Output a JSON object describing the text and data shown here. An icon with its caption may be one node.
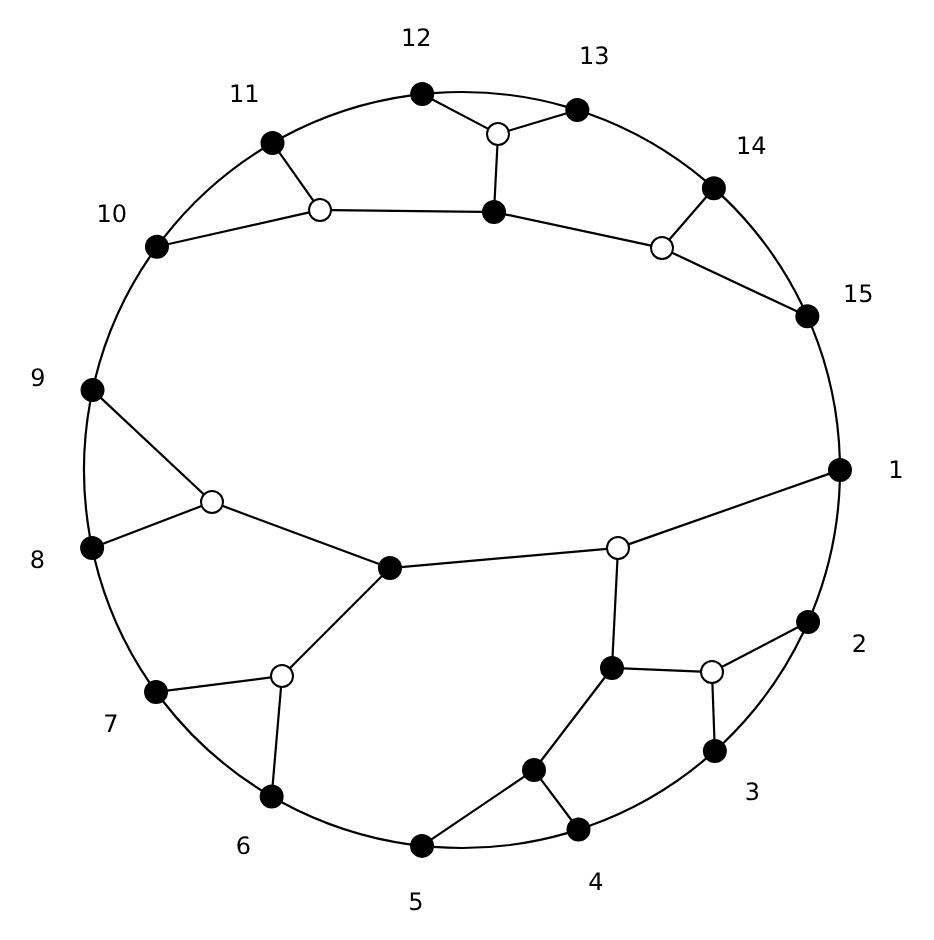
{
  "diagram": {
    "nodes": [
      {
        "text": [],
        "shape": "circle",
        "beside": [
          "1"
        ]
      },
      {
        "text": [],
        "shape": "circle",
        "beside": [
          "2"
        ]
      },
      {
        "text": [],
        "shape": "circle",
        "beside": [
          "3"
        ]
      },
      {
        "text": [],
        "shape": "circle",
        "beside": [
          "4"
        ]
      },
      {
        "text": [],
        "shape": "circle",
        "beside": [
          "5"
        ]
      },
      {
        "text": [],
        "shape": "circle",
        "beside": [
          "6"
        ]
      },
      {
        "text": [],
        "shape": "circle",
        "beside": [
          "7"
        ]
      },
      {
        "text": [],
        "shape": "circle",
        "beside": [
          "8"
        ]
      },
      {
        "text": [],
        "shape": "circle",
        "beside": [
          "9"
        ]
      },
      {
        "text": [],
        "shape": "circle",
        "beside": [
          "10"
        ]
      },
      {
        "text": [],
        "shape": "circle",
        "beside": [
          "11"
        ]
      },
      {
        "text": [],
        "shape": "circle",
        "beside": [
          "12"
        ]
      },
      {
        "text": [],
        "shape": "circle",
        "beside": [
          "13"
        ]
      },
      {
        "text": [],
        "shape": "circle",
        "beside": [
          "14"
        ]
      },
      {
        "text": [],
        "shape": "circle",
        "beside": [
          "15"
        ]
      },
      {
        "text": [],
        "shape": "circle"
      },
      {
        "text": [],
        "shape": "circle"
      },
      {
        "text": [],
        "shape": "circle"
      },
      {
        "text": [],
        "shape": "circle"
      },
      {
        "text": [],
        "shape": "circle"
      },
      {
        "text": [],
        "shape": "circle"
      },
      {
        "text": [],
        "shape": "circle"
      },
      {
        "text": [],
        "shape": "circle"
      },
      {
        "text": [],
        "shape": "circle"
      },
      {
        "text": [],
        "shape": "circle"
      },
      {
        "text": [],
        "shape": "circle"
      }
    ],
    "edges": [
      {
        "from": 0,
        "to": 1,
        "arrow": "none"
      },
      {
        "from": 1,
        "to": 2,
        "arrow": "none"
      },
      {
        "from": 2,
        "to": 3,
        "arrow": "none"
      },
      {
        "from": 3,
        "to": 4,
        "arrow": "none"
      },
      {
        "from": 4,
        "to": 5,
        "arrow": "none"
      },
      {
        "from": 5,
        "to": 6,
        "arrow": "none"
      },
      {
        "from": 6,
        "to": 7,
        "arrow": "none"
      },
      {
        "from": 7,
        "to": 8,
        "arrow": "none"
      },
      {
        "from": 8,
        "to": 9,
        "arrow": "none"
      },
      {
        "from": 9,
        "to": 10,
        "arrow": "none"
      },
      {
        "from": 10,
        "to": 11,
        "arrow": "none"
      },
      {
        "from": 11,
        "to": 12,
        "arrow": "none"
      },
      {
        "from": 12,
        "to": 13,
        "arrow": "none"
      },
      {
        "from": 13,
        "to": 14,
        "arrow": "none"
      },
      {
        "from": 14,
        "to": 0,
        "arrow": "none"
      },
      {
        "from": 15,
        "to": 11,
        "arrow": "none"
      },
      {
        "from": 15,
        "to": 12,
        "arrow": "none"
      },
      {
        "from": 15,
        "to": 16,
        "arrow": "none"
      },
      {
        "from": 16,
        "to": 17,
        "arrow": "none"
      },
      {
        "from": 16,
        "to": 18,
        "arrow": "none"
      },
      {
        "from": 17,
        "to": 10,
        "arrow": "none"
      },
      {
        "from": 17,
        "to": 9,
        "arrow": "none"
      },
      {
        "from": 18,
        "to": 13,
        "arrow": "none"
      },
      {
        "from": 18,
        "to": 14,
        "arrow": "none"
      },
      {
        "from": 19,
        "to": 8,
        "arrow": "none"
      },
      {
        "from": 19,
        "to": 7,
        "arrow": "none"
      },
      {
        "from": 19,
        "to": 20,
        "arrow": "none"
      },
      {
        "from": 20,
        "to": 21,
        "arrow": "none"
      },
      {
        "from": 20,
        "to": 22,
        "arrow": "none"
      },
      {
        "from": 21,
        "to": 0,
        "arrow": "none"
      },
      {
        "from": 21,
        "to": 23,
        "arrow": "none"
      },
      {
        "from": 22,
        "to": 6,
        "arrow": "none"
      },
      {
        "from": 22,
        "to": 5,
        "arrow": "none"
      },
      {
        "from": 23,
        "to": 24,
        "arrow": "none"
      },
      {
        "from": 23,
        "to": 25,
        "arrow": "none"
      },
      {
        "from": 24,
        "to": 1,
        "arrow": "none"
      },
      {
        "from": 24,
        "to": 2,
        "arrow": "none"
      },
      {
        "from": 25,
        "to": 4,
        "arrow": "none"
      },
      {
        "from": 25,
        "to": 3,
        "arrow": "none"
      }
    ]
  }
}
